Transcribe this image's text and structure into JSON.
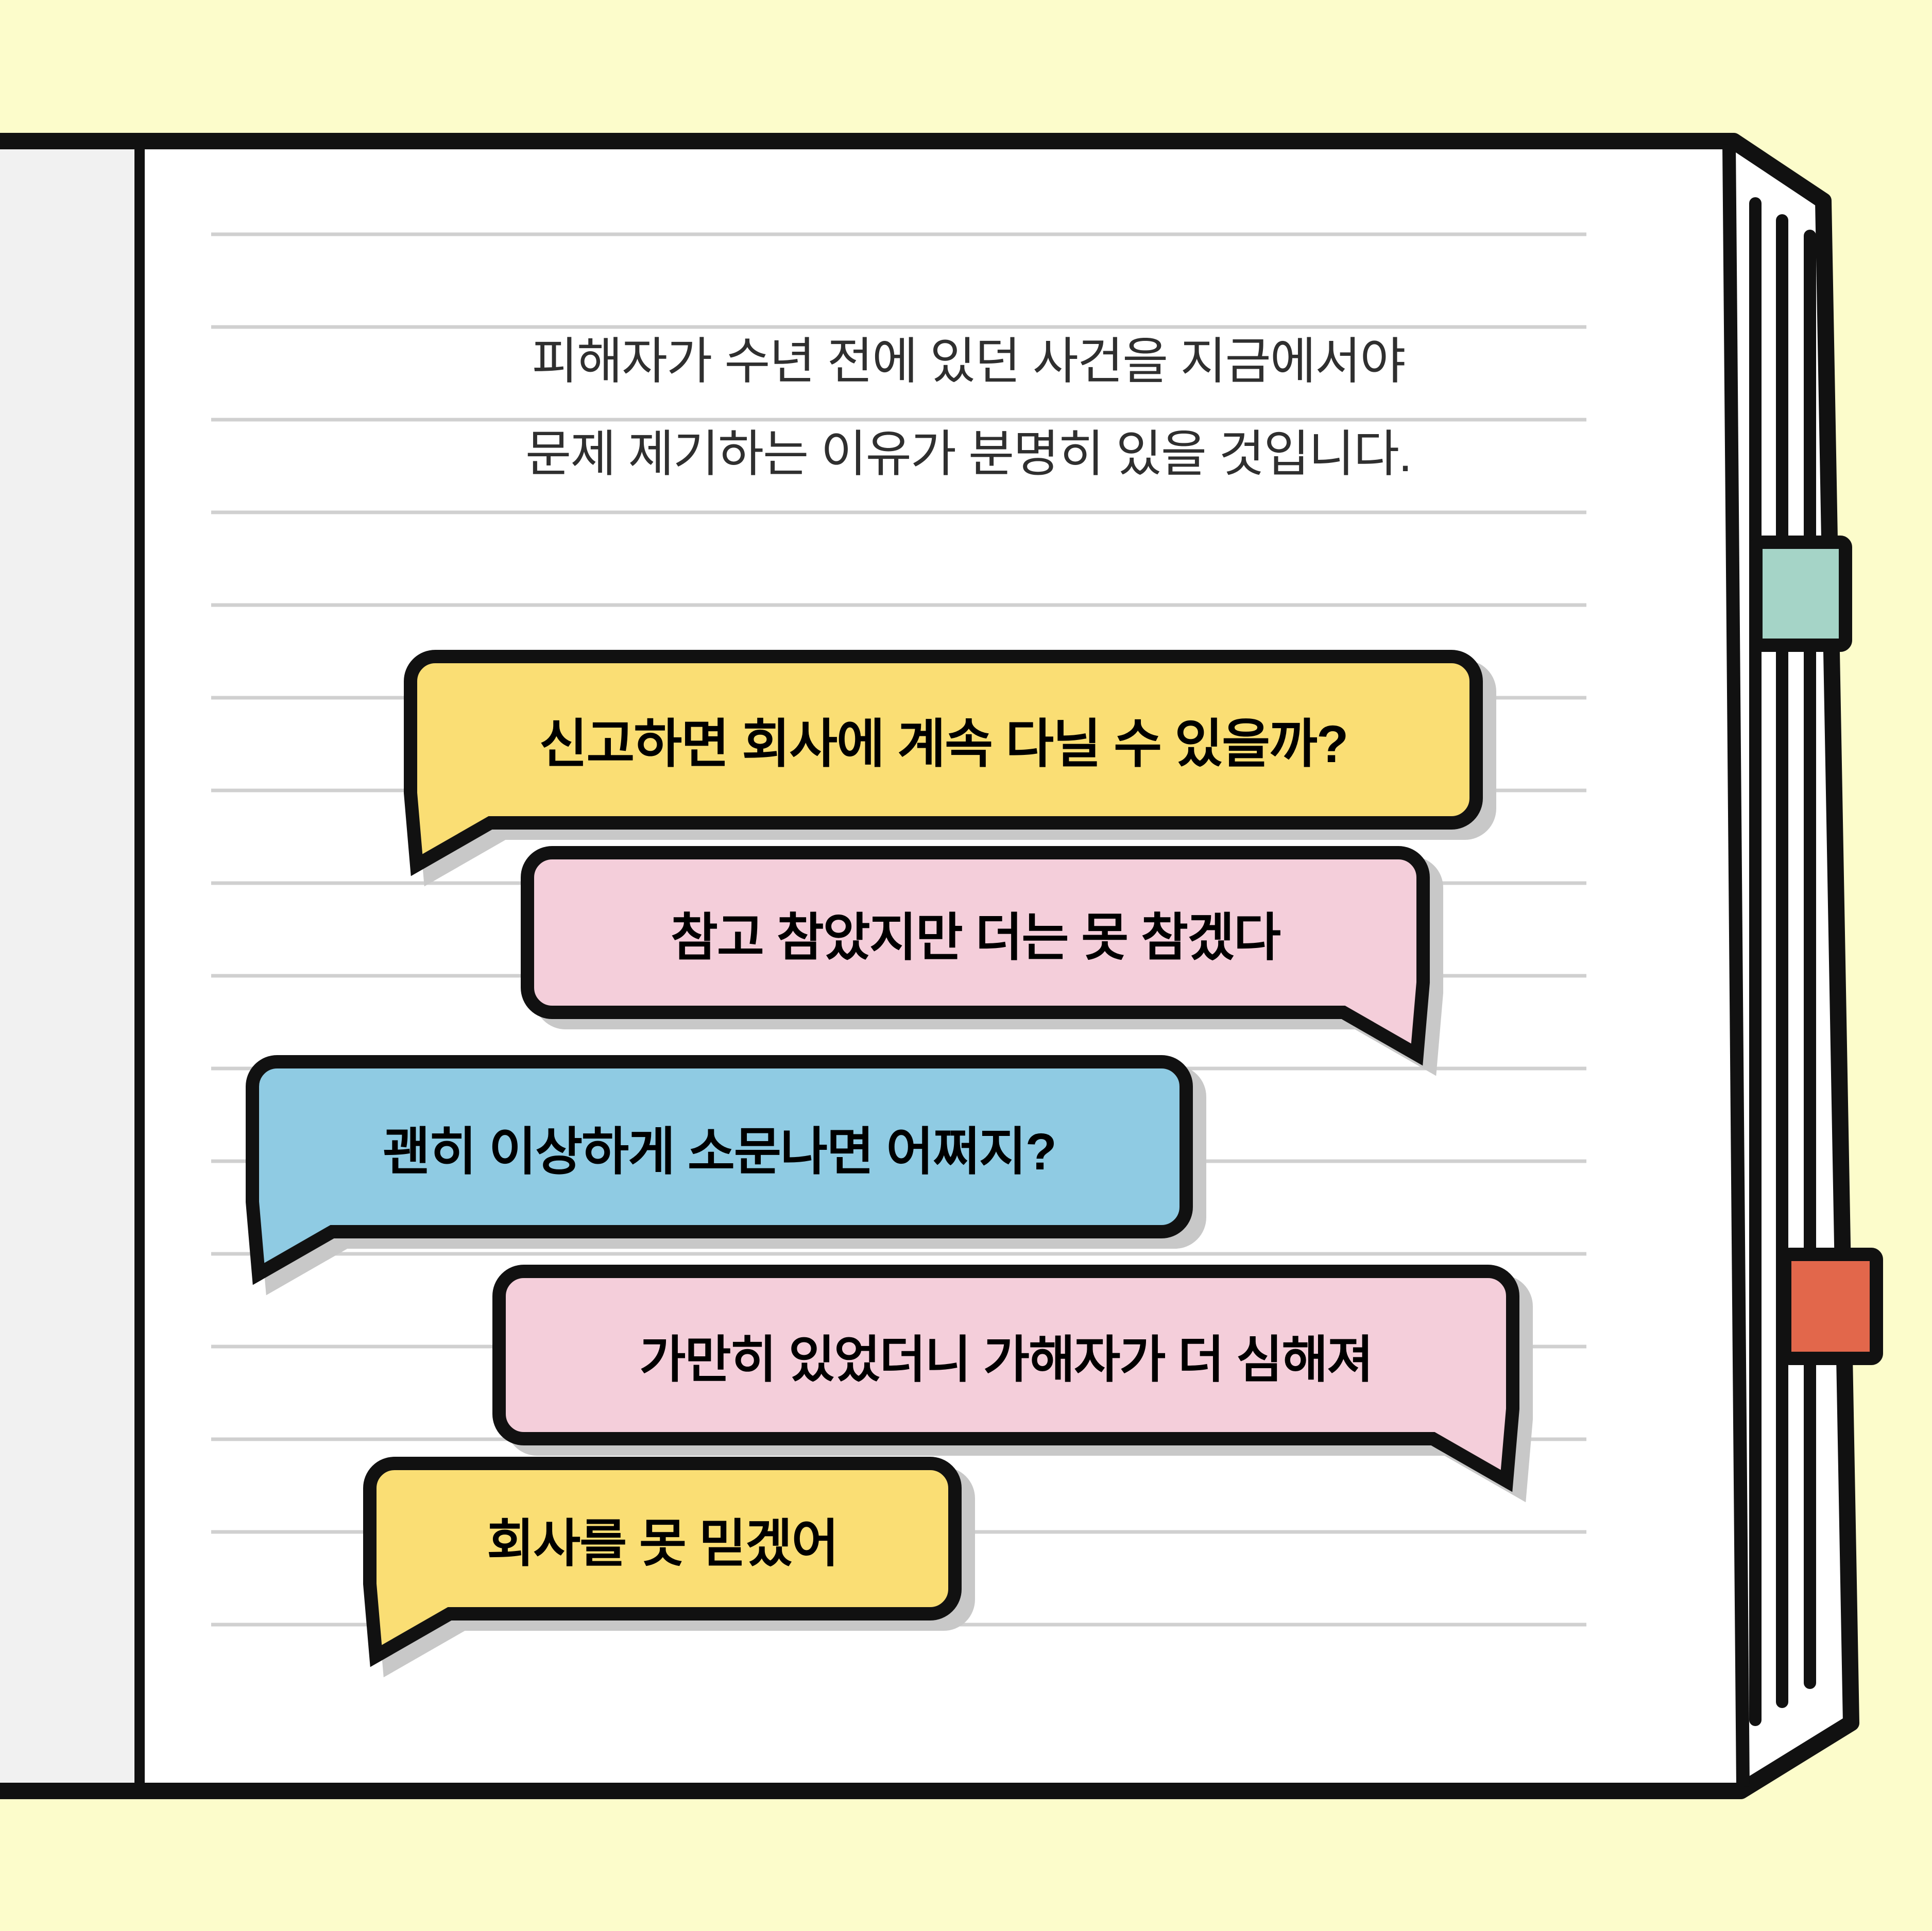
{
  "background_color": "#FCFCCB",
  "outline_color": "#111111",
  "shadow_color": "#C8C8C8",
  "notebook": {
    "page_color": "#FFFFFF",
    "left_strip_color": "#F1F1F1",
    "rule_line_color": "#D0D0D0",
    "tabs": [
      {
        "name": "teal-bookmark-tab",
        "color": "#A5D4C7"
      },
      {
        "name": "red-bookmark-tab",
        "color": "#E2674B"
      }
    ]
  },
  "intro": {
    "line1": "피해자가 수년 전에 있던 사건을 지금에서야",
    "line2": "문제 제기하는 이유가 분명히 있을 것입니다.",
    "color": "#2F2F2F"
  },
  "bubbles": [
    {
      "text": "신고하면 회사에 계속 다닐 수 있을까?",
      "color": "#FADE74",
      "tail": "left"
    },
    {
      "text": "참고 참았지만 더는 못 참겠다",
      "color": "#F4CEDA",
      "tail": "right"
    },
    {
      "text": "괜히 이상하게 소문나면 어쩌지?",
      "color": "#8FCBE3",
      "tail": "left"
    },
    {
      "text": "가만히 있었더니 가해자가 더 심해져",
      "color": "#F4CEDA",
      "tail": "right"
    },
    {
      "text": "회사를 못 믿겠어",
      "color": "#FADE74",
      "tail": "left"
    }
  ]
}
